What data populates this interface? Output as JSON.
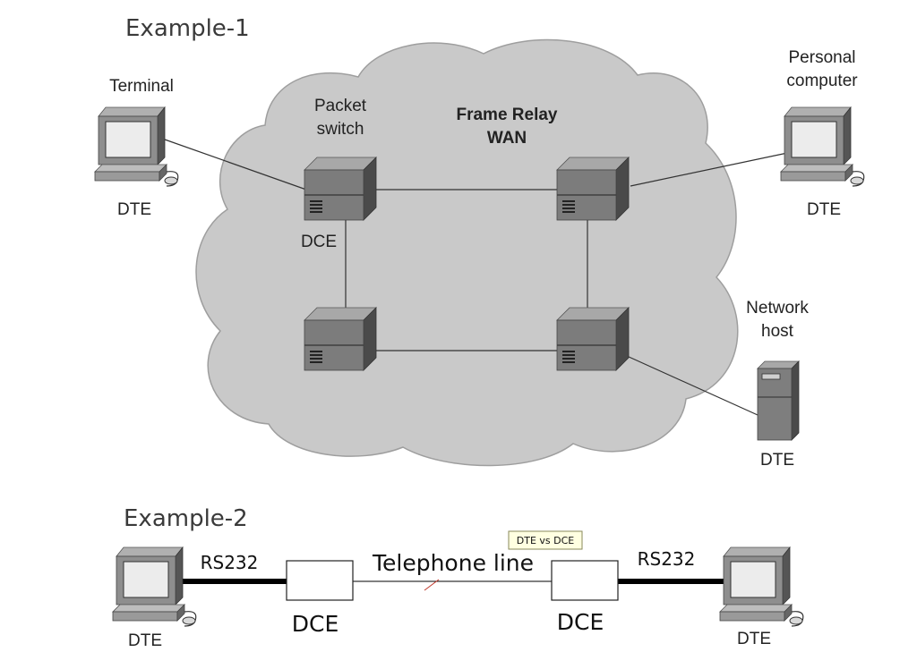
{
  "example1": {
    "title": "Example-1",
    "terminal_label": "Terminal",
    "terminal_role": "DTE",
    "pc_label_line1": "Personal",
    "pc_label_line2": "computer",
    "pc_role": "DTE",
    "packet_switch_line1": "Packet",
    "packet_switch_line2": "switch",
    "dce_label": "DCE",
    "wan_line1": "Frame Relay",
    "wan_line2": "WAN",
    "host_label_line1": "Network",
    "host_label_line2": "host",
    "host_role": "DTE"
  },
  "example2": {
    "title": "Example-2",
    "left_cable": "RS232",
    "right_cable": "RS232",
    "telephone_line": "Telephone line",
    "left_dce": "DCE",
    "right_dce": "DCE",
    "left_dte": "DTE",
    "right_dte": "DTE",
    "tooltip": "DTE vs DCE"
  },
  "colors": {
    "cloud": "#c9c9c9",
    "switch_top": "#9a9a9a",
    "switch_front": "#7a7a7a",
    "switch_side": "#4e4e4e"
  }
}
